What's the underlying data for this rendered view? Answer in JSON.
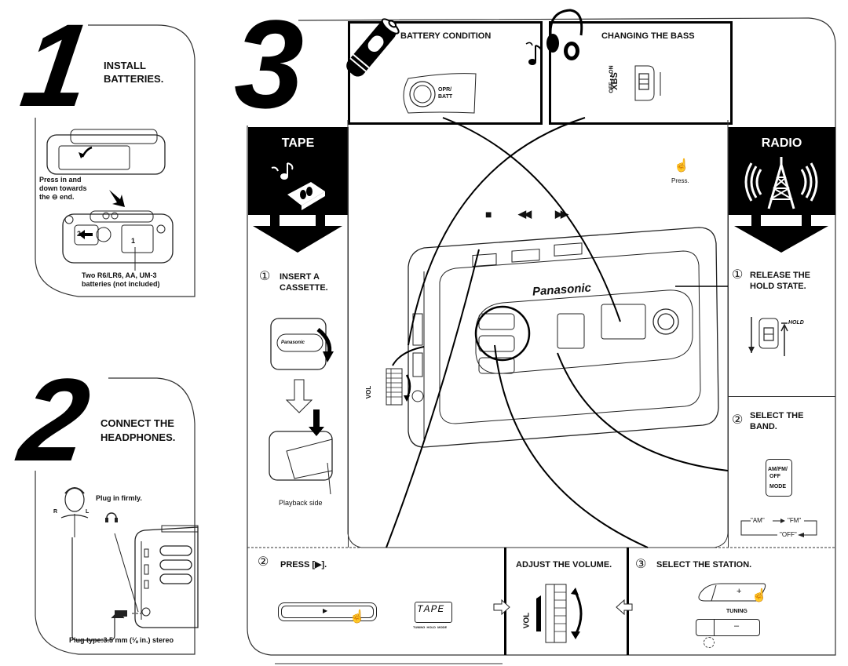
{
  "step1": {
    "number": "1",
    "title_line1": "INSTALL",
    "title_line2": "BATTERIES.",
    "note_line1": "Press in and",
    "note_line2": "down towards",
    "note_line3": "the ⊖ end.",
    "caption_line1": "Two R6/LR6, AA, UM-3",
    "caption_line2": "batteries (not included)",
    "markers": [
      "2",
      "1"
    ]
  },
  "step2": {
    "number": "2",
    "title_line1": "CONNECT THE",
    "title_line2": "HEADPHONES.",
    "note": "Plug in firmly.",
    "ear_r": "R",
    "ear_l": "L",
    "caption": "Plug type:3.5 mm (⅛ in.) stereo"
  },
  "step3": {
    "number": "3",
    "battery_condition": {
      "title": "BATTERY CONDITION",
      "button_label_line1": "OPR/",
      "button_label_line2": "BATT"
    },
    "changing_bass": {
      "title": "CHANGING THE BASS",
      "switch_label": "XBS",
      "switch_positions": "OFF • • ON"
    },
    "press_note": "Press.",
    "brand": "Panasonic",
    "transport_buttons": [
      "■",
      "◀◀",
      "▶▶"
    ],
    "vol_label": "VOL",
    "tape": {
      "band_label": "TAPE",
      "step1_num": "①",
      "step1_line1": "INSERT A",
      "step1_line2": "CASSETTE.",
      "cassette_brand": "Panasonic",
      "playback_side": "Playback side",
      "step2_num": "②",
      "step2_title": "PRESS [▶].",
      "display_text": "TAPE",
      "display_sub": "TUNING  HOLD  MODE"
    },
    "radio": {
      "band_label": "RADIO",
      "step1_num": "①",
      "step1_line1": "RELEASE THE",
      "step1_line2": "HOLD STATE.",
      "hold_label": "HOLD",
      "step2_num": "②",
      "step2_line1": "SELECT THE",
      "step2_line2": "BAND.",
      "mode_btn_line1": "AM/FM/",
      "mode_btn_line2": "OFF",
      "mode_btn_line3": "MODE",
      "cycle_am": "\"AM\"",
      "cycle_fm": "\"FM\"",
      "cycle_off": "\"OFF\"",
      "step3_num": "③",
      "step3_title": "SELECT THE STATION.",
      "tuning_plus": "+",
      "tuning_label": "TUNING",
      "tuning_minus": "–"
    },
    "volume": {
      "title": "ADJUST THE VOLUME.",
      "vol_label": "VOL"
    }
  }
}
